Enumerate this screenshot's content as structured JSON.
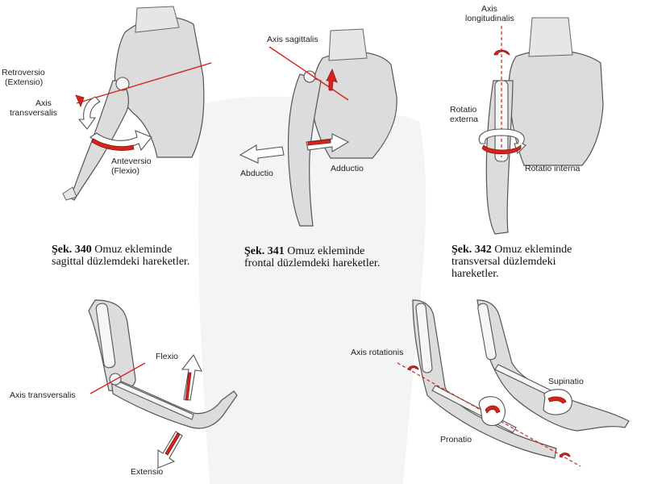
{
  "labels": {
    "retroversio": "Retroversio",
    "retroversio_sub": "(Extensio)",
    "axis_word": "Axis",
    "transversalis": "transversalis",
    "anteversio": "Anteversio",
    "anteversio_sub": "(Flexio)",
    "axis_sagittalis": "Axis sagittalis",
    "abductio": "Abductio",
    "adductio": "Adductio",
    "longitudinalis": "longitudinalis",
    "rotatio": "Rotatio",
    "externa": "externa",
    "rotatio_interna": "Rotatio interna",
    "flexio": "Flexio",
    "axis_transversalis": "Axis transversalis",
    "extensio": "Extensio",
    "axis_rotationis": "Axis rotationis",
    "supinatio": "Supinatio",
    "pronatio": "Pronatio"
  },
  "captions": [
    {
      "num": "Şek. 340",
      "line1": " Omuz ekleminde",
      "line2": "sagittal düzlemdeki hareketler.",
      "line3": ""
    },
    {
      "num": "Şek. 341",
      "line1": " Omuz ekleminde",
      "line2": "frontal düzlemdeki hareketler.",
      "line3": ""
    },
    {
      "num": "Şek. 342",
      "line1": " Omuz ekleminde",
      "line2": "transversal düzlemdeki",
      "line3": "hareketler."
    }
  ],
  "colors": {
    "accent_red": "#d8231c",
    "outline": "#555555",
    "skin": "#dcdcdc"
  }
}
